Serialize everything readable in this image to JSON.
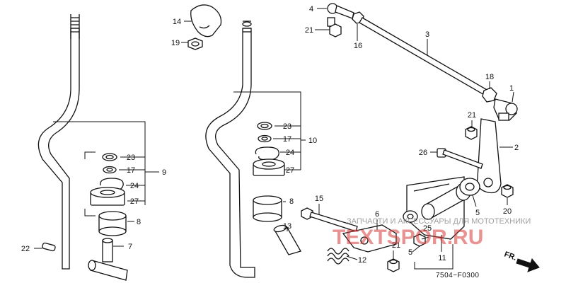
{
  "callouts": [
    {
      "id": "n1",
      "text": "1"
    },
    {
      "id": "n2",
      "text": "2"
    },
    {
      "id": "n3",
      "text": "3"
    },
    {
      "id": "n4",
      "text": "4"
    },
    {
      "id": "n5a",
      "text": "5"
    },
    {
      "id": "n5b",
      "text": "5"
    },
    {
      "id": "n6",
      "text": "6"
    },
    {
      "id": "n7",
      "text": "7"
    },
    {
      "id": "n8a",
      "text": "8"
    },
    {
      "id": "n8b",
      "text": "8"
    },
    {
      "id": "n9",
      "text": "9"
    },
    {
      "id": "n10",
      "text": "10"
    },
    {
      "id": "n11",
      "text": "11"
    },
    {
      "id": "n12",
      "text": "12"
    },
    {
      "id": "n13",
      "text": "13"
    },
    {
      "id": "n14",
      "text": "14"
    },
    {
      "id": "n15",
      "text": "15"
    },
    {
      "id": "n16",
      "text": "16"
    },
    {
      "id": "n17a",
      "text": "17"
    },
    {
      "id": "n17b",
      "text": "17"
    },
    {
      "id": "n18",
      "text": "18"
    },
    {
      "id": "n19",
      "text": "19"
    },
    {
      "id": "n20",
      "text": "20"
    },
    {
      "id": "n21a",
      "text": "21"
    },
    {
      "id": "n21b",
      "text": "21"
    },
    {
      "id": "n21c",
      "text": "21"
    },
    {
      "id": "n22",
      "text": "22"
    },
    {
      "id": "n23a",
      "text": "23"
    },
    {
      "id": "n23b",
      "text": "23"
    },
    {
      "id": "n24a",
      "text": "24"
    },
    {
      "id": "n24b",
      "text": "24"
    },
    {
      "id": "n25",
      "text": "25"
    },
    {
      "id": "n26",
      "text": "26"
    },
    {
      "id": "n27a",
      "text": "27"
    },
    {
      "id": "n27b",
      "text": "27"
    }
  ],
  "diagram_code": "7504−F0300",
  "direction_label": "FR.",
  "watermark": {
    "brand": "TEXTSPOR.RU",
    "tagline": "ЗАПЧАСТИ И АКСЕССУАРЫ ДЛЯ МОТОТЕХНИКИ"
  },
  "colors": {
    "line": "#111111",
    "watermark": "#d83a3a"
  }
}
